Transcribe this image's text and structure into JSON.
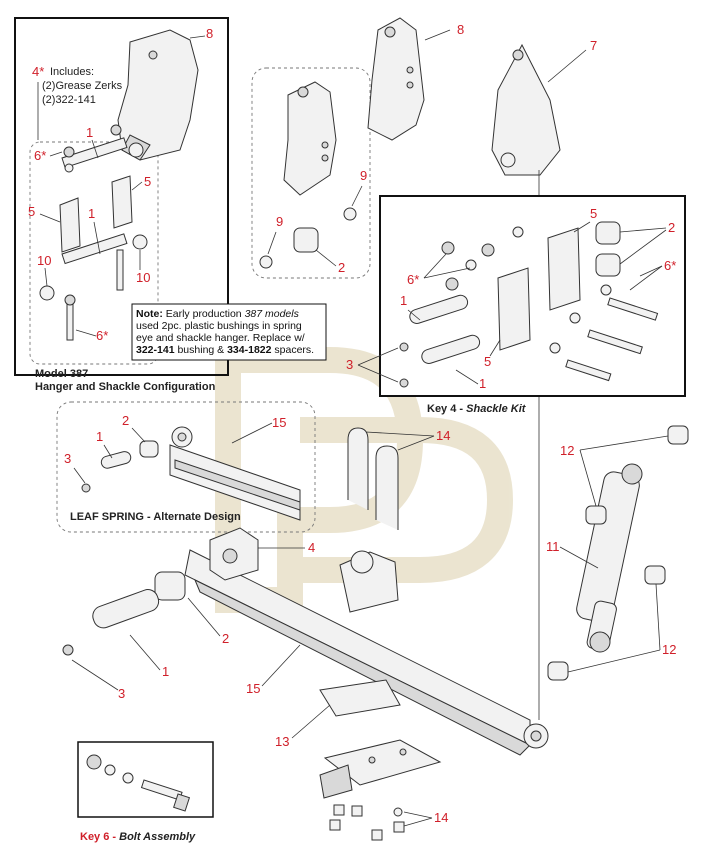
{
  "callouts": {
    "c8a": "8",
    "c8b": "8",
    "c7": "7",
    "c4i": "4*",
    "c6s_a": "6*",
    "c1_a": "1",
    "c5_a": "5",
    "c5_b": "5",
    "c1_b": "1",
    "c10_a": "10",
    "c10_b": "10",
    "c6s_b": "6*",
    "c9_a": "9",
    "c9_b": "9",
    "c2_a": "2",
    "c5_k": "5",
    "c2_k": "2",
    "c6s_k1": "6*",
    "c6s_k2": "6*",
    "c1_k": "1",
    "c3_k": "3",
    "c5_k2": "5",
    "c1_k2": "1",
    "c15_a": "15",
    "c2_alt": "2",
    "c1_alt": "1",
    "c3_alt": "3",
    "c14_a": "14",
    "c12_a": "12",
    "c4": "4",
    "c11": "11",
    "c2_m": "2",
    "c1_m": "1",
    "c3_m": "3",
    "c15_m": "15",
    "c12_b": "12",
    "c13": "13",
    "c14_b": "14"
  },
  "includes": {
    "line1": "Includes:",
    "line2": "(2)Grease Zerks",
    "line3": "(2)322-141"
  },
  "note": {
    "label": "Note:",
    "line1_pre": " Early production ",
    "line1_italic": "387 models",
    "line2": "used 2pc. plastic bushings in spring",
    "line3": "eye and shackle hanger. Replace w/",
    "line4_b1": "322-141",
    "line4_mid": " bushing & ",
    "line4_b2": "334-1822",
    "line4_post": " spacers."
  },
  "captions": {
    "model_line1": "Model 387",
    "model_line2": "Hanger and Shackle Configuration",
    "key4_pre": "Key 4 - ",
    "key4_italic": "Shackle Kit",
    "alt_design": "LEAF SPRING - Alternate Design",
    "key6_pre": "Key 6 - ",
    "key6_italic": "Bolt Assembly"
  },
  "colors": {
    "callout": "#d0202a",
    "watermark": "#e9e2cc",
    "line": "#333333"
  }
}
